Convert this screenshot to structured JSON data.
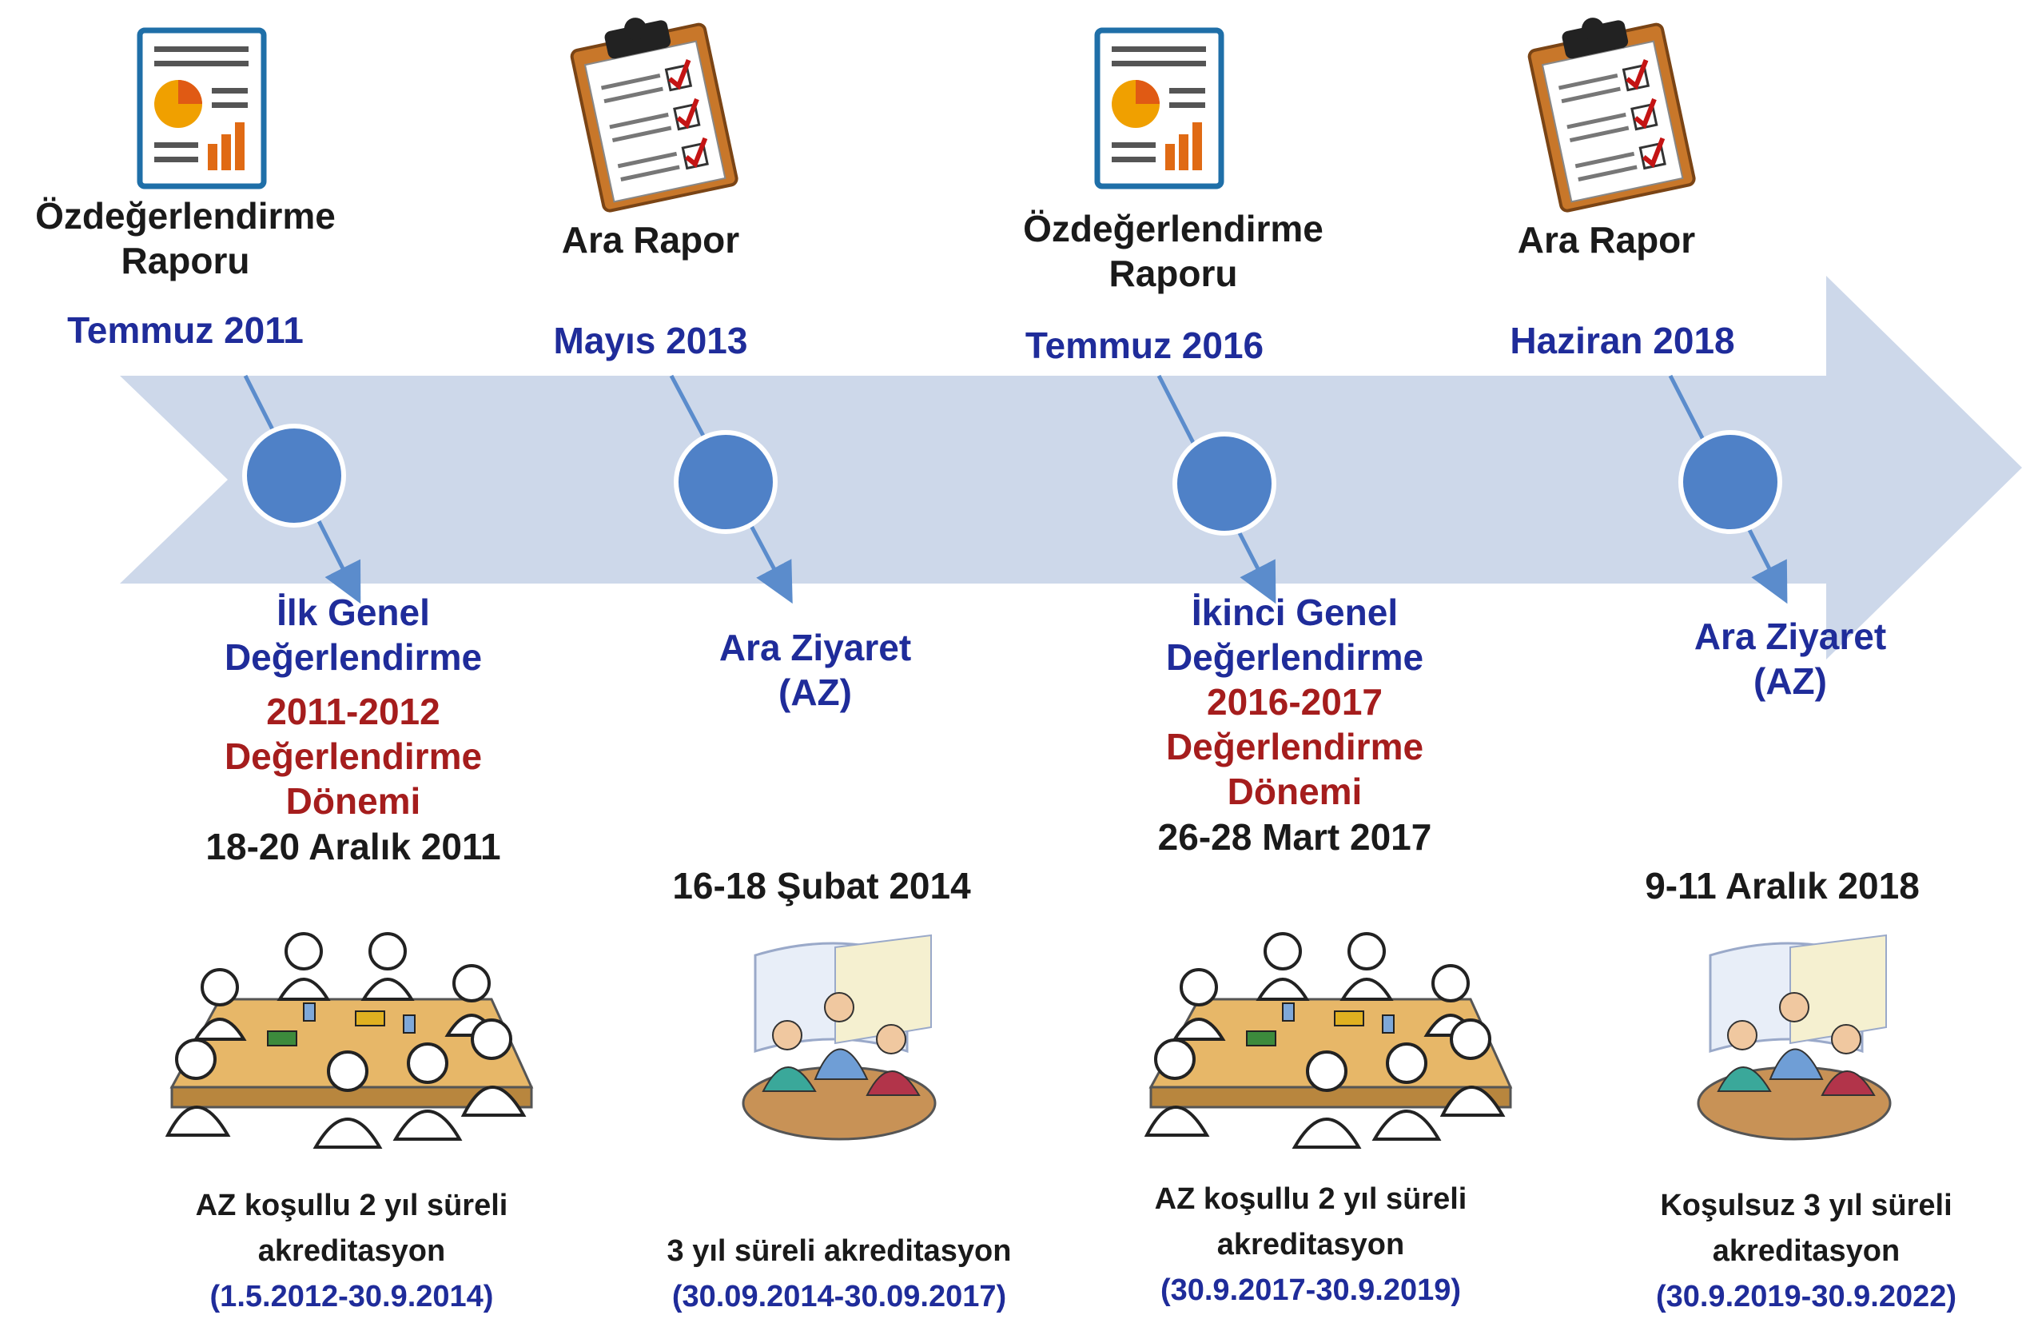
{
  "top_events": [
    {
      "title_line1": "Özdeğerlendirme",
      "title_line2": "Raporu",
      "date": "Temmuz 2011",
      "icon": "report-icon"
    },
    {
      "title_line1": "Ara Rapor",
      "title_line2": "",
      "date": "Mayıs 2013",
      "icon": "clipboard-icon"
    },
    {
      "title_line1": "Özdeğerlendirme",
      "title_line2": "Raporu",
      "date": "Temmuz 2016",
      "icon": "report-icon"
    },
    {
      "title_line1": "Ara Rapor",
      "title_line2": "",
      "date": "Haziran 2018",
      "icon": "clipboard-icon"
    }
  ],
  "bottom_events": [
    {
      "lines_blue": [
        "İlk Genel",
        "Değerlendirme"
      ],
      "lines_red": [
        "2011-2012",
        "Değerlendirme",
        "Dönemi"
      ],
      "date": "18-20 Aralık 2011",
      "icon": "meeting-table-icon",
      "result_line1": "AZ koşullu 2 yıl süreli",
      "result_line2": "akreditasyon",
      "result_period": "(1.5.2012-30.9.2014)"
    },
    {
      "lines_blue": [
        "Ara Ziyaret",
        "(AZ)"
      ],
      "lines_red": [],
      "date": "16-18 Şubat 2014",
      "icon": "small-meeting-icon",
      "result_line1": "",
      "result_line2": "3 yıl süreli akreditasyon",
      "result_period": "(30.09.2014-30.09.2017)"
    },
    {
      "lines_blue": [
        "İkinci Genel",
        "Değerlendirme"
      ],
      "lines_red": [
        "2016-2017",
        "Değerlendirme",
        "Dönemi"
      ],
      "date": "26-28 Mart 2017",
      "icon": "meeting-table-icon",
      "result_line1": "AZ koşullu 2 yıl süreli",
      "result_line2": "akreditasyon",
      "result_period": "(30.9.2017-30.9.2019)"
    },
    {
      "lines_blue": [
        "Ara Ziyaret",
        "(AZ)"
      ],
      "lines_red": [],
      "date": "9-11 Aralık 2018",
      "icon": "small-meeting-icon",
      "result_line1": "Koşulsuz 3 yıl süreli",
      "result_line2": "akreditasyon",
      "result_period": "(30.9.2019-30.9.2022)"
    }
  ],
  "colors": {
    "arrow": "#cdd8ea",
    "node": "#4f81c7",
    "node_stroke": "#ffffff",
    "connector": "#5b8ccc",
    "title": "#1a1a1a",
    "blue_text": "#1f2c9a",
    "red_text": "#a51d1d"
  }
}
